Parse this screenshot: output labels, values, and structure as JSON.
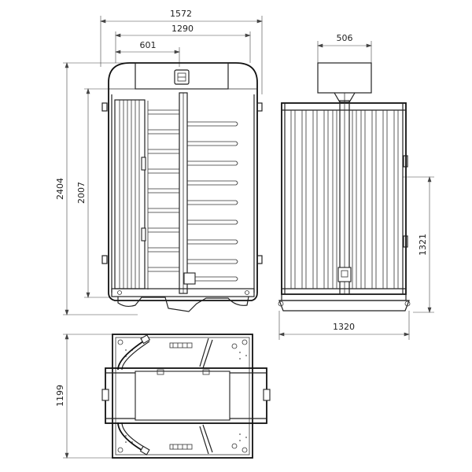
{
  "dimensions": {
    "front_overall_width": "1572",
    "front_inner_width": "1290",
    "front_partial_width": "601",
    "front_overall_height": "2404",
    "front_inner_height": "2007",
    "side_top_box_width": "506",
    "side_height": "1321",
    "side_base_width": "1320",
    "plan_depth": "1199"
  },
  "colors": {
    "line": "#222222",
    "dimension": "#444444",
    "background": "#ffffff"
  }
}
